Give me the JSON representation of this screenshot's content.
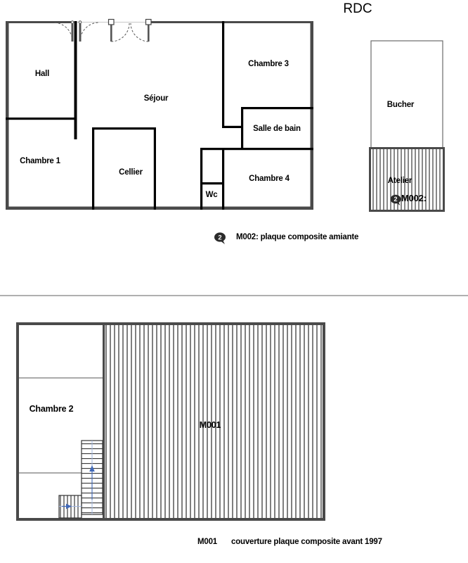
{
  "title": "RDC",
  "floors": [
    {
      "id": "rdc",
      "name": "RDC",
      "rooms": [
        {
          "key": "hall",
          "label": "Hall"
        },
        {
          "key": "chambre1",
          "label": "Chambre 1"
        },
        {
          "key": "sejour",
          "label": "Séjour"
        },
        {
          "key": "cellier",
          "label": "Cellier"
        },
        {
          "key": "chambre3",
          "label": "Chambre 3"
        },
        {
          "key": "salle_de_bain",
          "label": "Salle de bain"
        },
        {
          "key": "wc",
          "label": "Wc"
        },
        {
          "key": "chambre4",
          "label": "Chambre 4"
        },
        {
          "key": "bucher",
          "label": "Bucher"
        },
        {
          "key": "atelier",
          "label": "Atelier"
        }
      ],
      "markers": [
        {
          "key": "m002",
          "number": "2",
          "code": "M002:"
        }
      ],
      "legend": {
        "number": "2",
        "text": "M002: plaque composite amiante"
      }
    },
    {
      "id": "toiture",
      "rooms": [
        {
          "key": "chambre2",
          "label": "Chambre 2"
        },
        {
          "key": "m001_zone",
          "label": "M001"
        }
      ],
      "legend": {
        "code": "M001",
        "text": "couverture plaque composite avant 1997"
      }
    }
  ],
  "colors": {
    "wall": "#4a4a4a",
    "wall_inner": "#000000",
    "hatch": "#3a3a3a",
    "arrow": "#4169b8",
    "separator": "#808080",
    "marker_fill": "#2b2b2b",
    "marker_text": "#ffffff"
  },
  "icons": {
    "stair_up_arrow": "arrow-up-icon",
    "landing_arrow": "arrow-right-icon",
    "marker": "numbered-marker-icon"
  }
}
